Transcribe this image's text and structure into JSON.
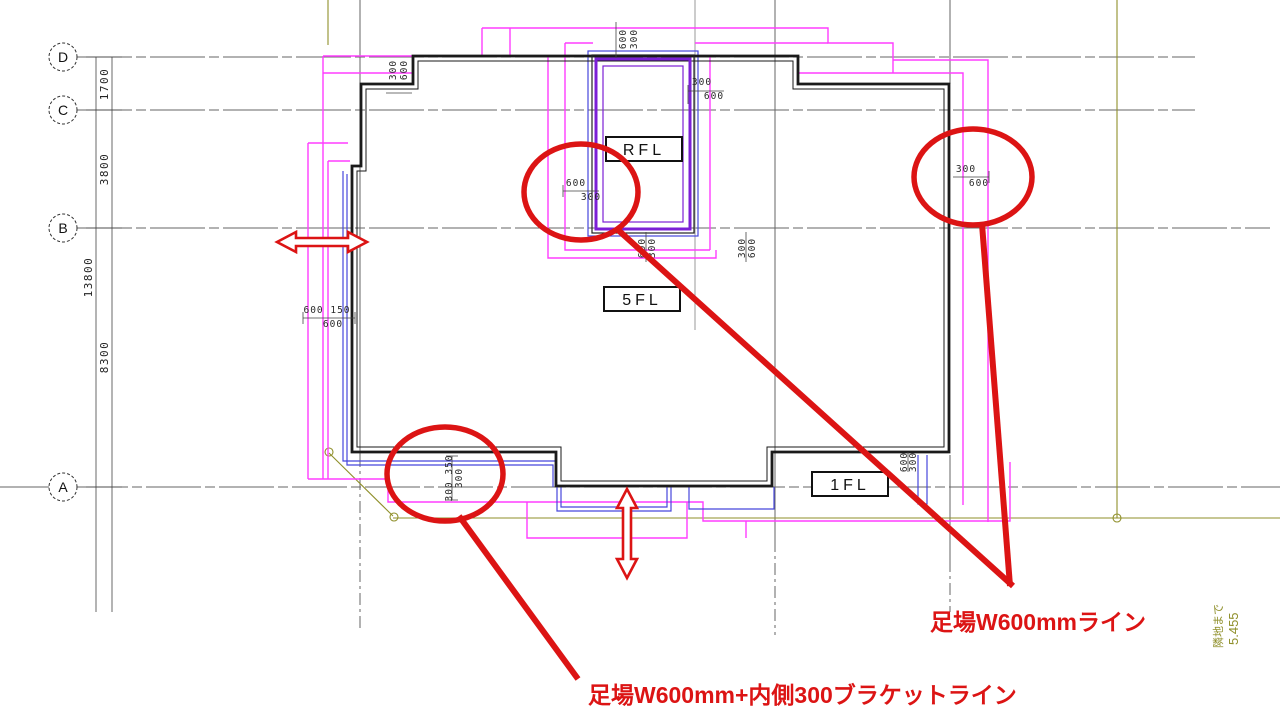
{
  "title": "足場計画図 (scaffold plan view)",
  "colors": {
    "magenta": "#ff3dff",
    "purple": "#7b1fd6",
    "blue": "#4646dc",
    "olive": "#8f8f2a",
    "red": "#dc1414",
    "grid": "#555555",
    "wall": "#1a1a1a",
    "dim_text": "#2a2a2a"
  },
  "grid": {
    "row_labels": [
      "D",
      "C",
      "B",
      "A"
    ],
    "span_dims": [
      "1700",
      "3800",
      "8300"
    ],
    "total_dim": "13800"
  },
  "floor_labels": {
    "roof": "RFL",
    "fifth": "5FL",
    "first": "1FL"
  },
  "dims": [
    "1700",
    "3800",
    "8300",
    "13800",
    "300",
    "600",
    "600",
    "300",
    "300",
    "600",
    "600",
    "300",
    "300",
    "600",
    "600",
    "300",
    "300",
    "600",
    "600 150",
    "600",
    "300 350",
    "300",
    "600",
    "300"
  ],
  "callouts": {
    "scaffold_w600": "足場W600mmライン",
    "scaffold_w600_bracket": "足場W600mm+内側300ブラケットライン"
  },
  "side_note": {
    "label": "隣地まで",
    "value": "5.455"
  }
}
